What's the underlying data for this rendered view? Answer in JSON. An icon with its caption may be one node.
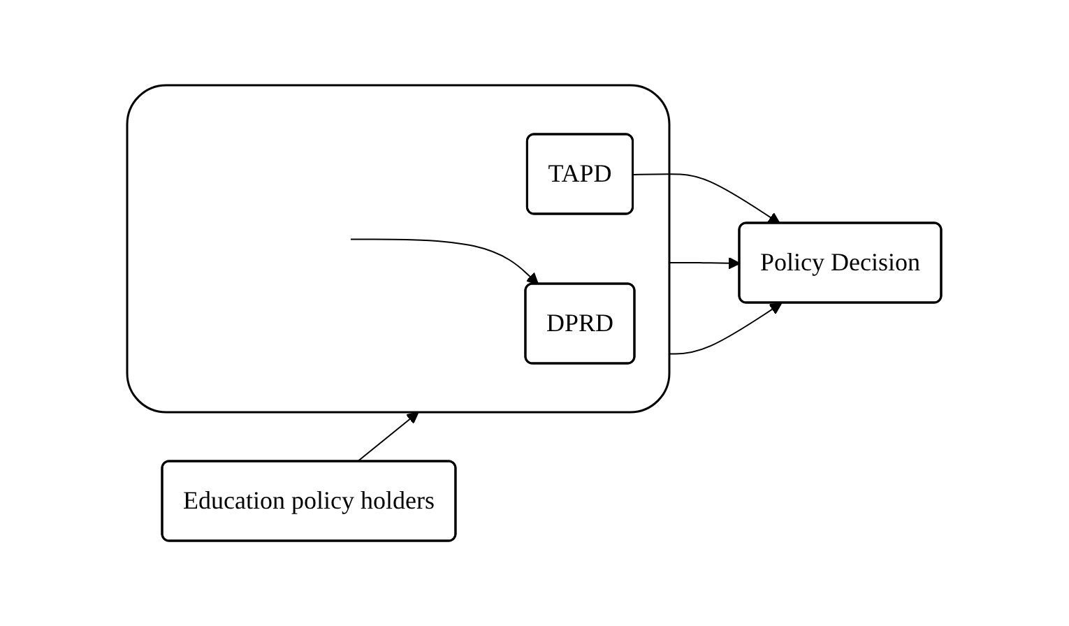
{
  "diagram": {
    "nodes": [
      {
        "text": [
          "Education policy holders"
        ]
      },
      {
        "text": [],
        "shape": "box"
      },
      {
        "text": [
          "TAPD"
        ],
        "in": 1
      },
      {
        "text": [
          "DPRD"
        ],
        "in": 1
      },
      {
        "text": [
          "Policy Decision"
        ]
      }
    ],
    "edges": [
      {
        "from": 0,
        "to": 1,
        "arrow": "to"
      },
      {
        "from": 2,
        "to": 4,
        "arrow": "to"
      },
      {
        "from": 1,
        "to": 4,
        "arrow": "to"
      },
      {
        "from": null,
        "to": 3,
        "arrow": "to"
      },
      {
        "from": 1,
        "to": 4,
        "arrow": "to"
      }
    ]
  }
}
